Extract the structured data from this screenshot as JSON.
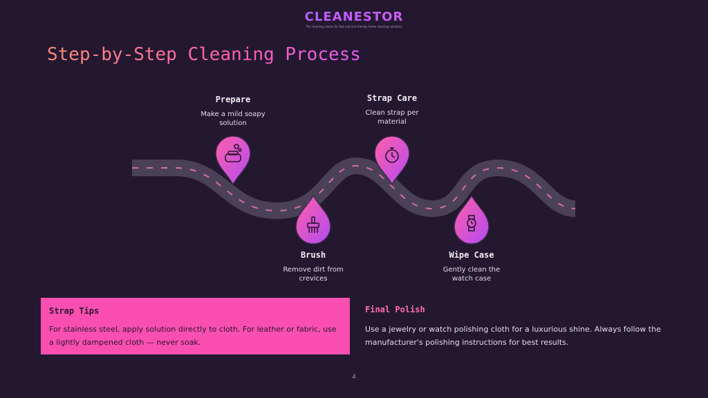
{
  "brand": {
    "name": "CLEANESTOR",
    "tagline": "The cleaning choice for fast and eco-friendly home cleaning solutions"
  },
  "title": "Step-by-Step Cleaning Process",
  "steps": [
    {
      "title": "Prepare",
      "desc": "Make a mild soapy solution",
      "icon": "soap-icon"
    },
    {
      "title": "Brush",
      "desc": "Remove dirt from crevices",
      "icon": "brush-icon"
    },
    {
      "title": "Strap Care",
      "desc": "Clean strap per material",
      "icon": "stopwatch-icon"
    },
    {
      "title": "Wipe Case",
      "desc": "Gently clean the watch case",
      "icon": "watch-icon"
    }
  ],
  "tips": {
    "title": "Strap Tips",
    "body": "For stainless steel, apply solution directly to cloth. For leather or fabric, use a lightly dampened cloth — never soak."
  },
  "polish": {
    "title": "Final Polish",
    "body": "Use a jewelry or watch polishing cloth for a luxurious shine. Always follow the manufacturer's polishing instructions for best results."
  },
  "page_number": "4",
  "colors": {
    "background": "#231830",
    "accent_pink": "#fa4fb1",
    "road": "#4a4158",
    "dash": "#d86aa8"
  }
}
